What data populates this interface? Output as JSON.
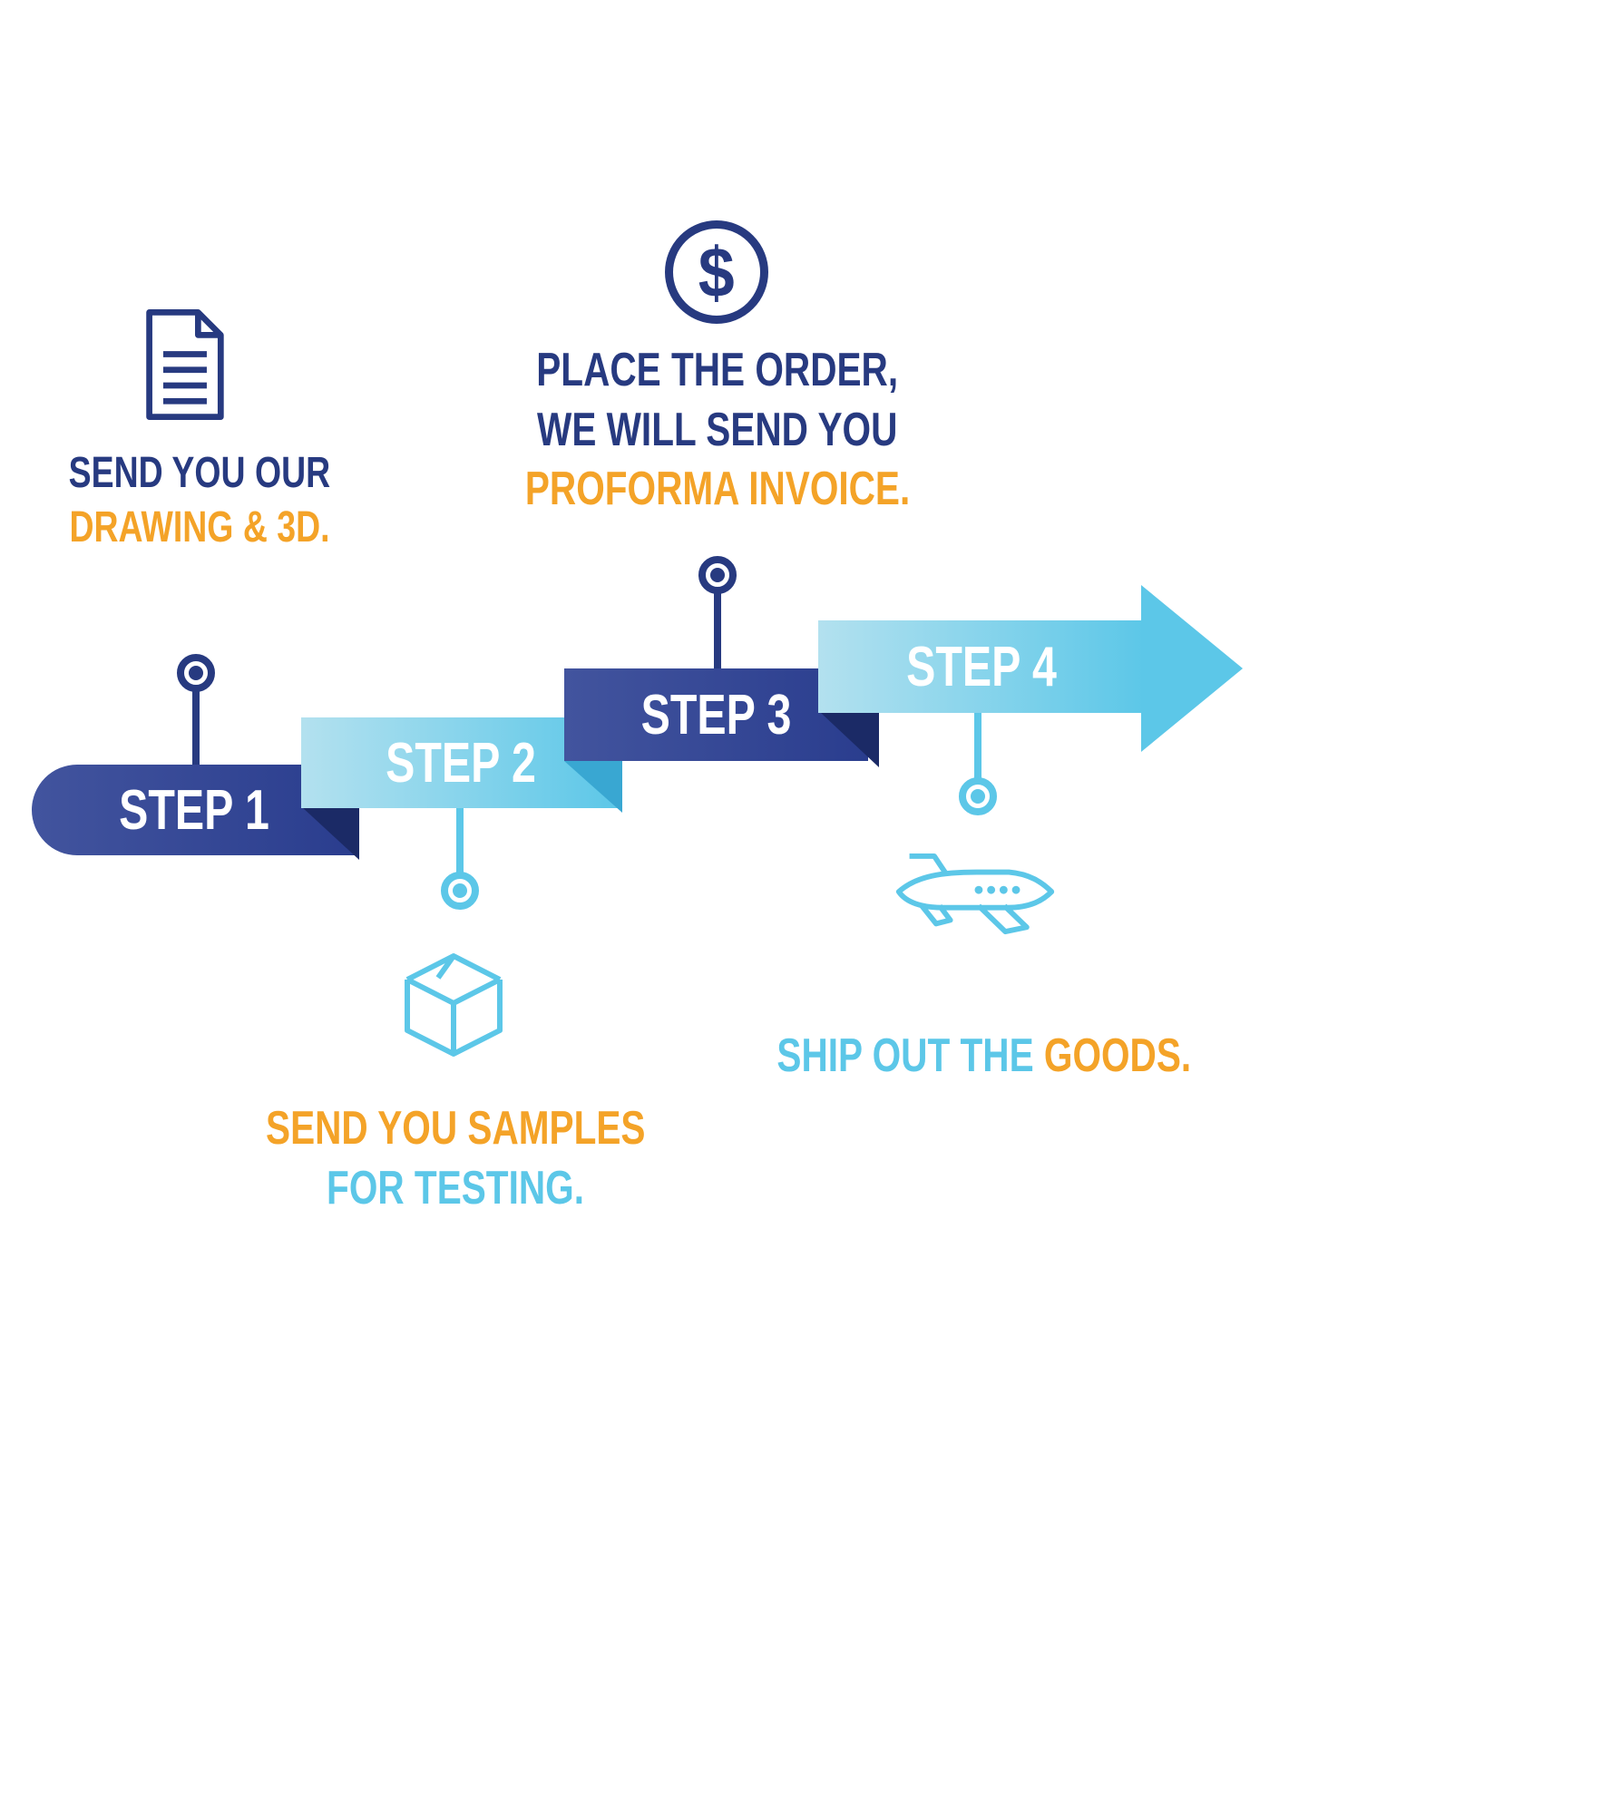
{
  "colors": {
    "navy": "#273a80",
    "navy_deep": "#1b2a66",
    "banner_navy_light": "#42549e",
    "banner_navy_dark": "#2a3d8e",
    "sky": "#5cc7e8",
    "sky_light": "#b3e1ef",
    "sky_deep": "#39a7d2",
    "orange": "#f4a328",
    "white": "#ffffff"
  },
  "icons": {
    "dollar_glyph": "$"
  },
  "steps": [
    {
      "label": "STEP 1",
      "icon": "document-icon",
      "caption": [
        [
          {
            "text": "SEND YOU OUR",
            "color": "navy"
          }
        ],
        [
          {
            "text": "DRAWING & 3D.",
            "color": "orange"
          }
        ]
      ]
    },
    {
      "label": "STEP 2",
      "icon": "package-box-icon",
      "caption": [
        [
          {
            "text": "SEND YOU SAMPLES",
            "color": "orange"
          }
        ],
        [
          {
            "text": "FOR TESTING.",
            "color": "sky"
          }
        ]
      ]
    },
    {
      "label": "STEP 3",
      "icon": "dollar-circle-icon",
      "caption": [
        [
          {
            "text": "PLACE THE ORDER,",
            "color": "navy"
          }
        ],
        [
          {
            "text": "WE WILL SEND YOU",
            "color": "navy"
          }
        ],
        [
          {
            "text": "PROFORMA INVOICE.",
            "color": "orange"
          }
        ]
      ]
    },
    {
      "label": "STEP 4",
      "icon": "airplane-icon",
      "caption": [
        [
          {
            "text": "SHIP OUT THE ",
            "color": "sky"
          },
          {
            "text": "GOODS.",
            "color": "orange"
          }
        ]
      ]
    }
  ]
}
